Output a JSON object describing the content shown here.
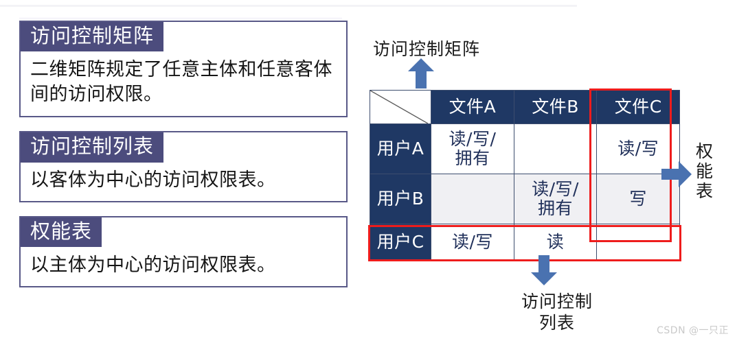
{
  "cards": [
    {
      "title": "访问控制矩阵",
      "body": "二维矩阵规定了任意主体和任意客体间的访问权限。"
    },
    {
      "title": "访问控制列表",
      "body": "以客体为中心的访问权限表。"
    },
    {
      "title": "权能表",
      "body": "以主体为中心的访问权限表。"
    }
  ],
  "diagram": {
    "label_top": "访问控制矩阵",
    "label_bottom_line1": "访问控制",
    "label_bottom_line2": "列表",
    "label_right": "权能表",
    "arrow_up": "arrow-up-icon",
    "arrow_down": "arrow-down-icon",
    "arrow_right": "arrow-right-icon",
    "corner": "diagonal-split-icon"
  },
  "chart_data": {
    "type": "table",
    "title": "访问控制矩阵",
    "columns": [
      "",
      "文件A",
      "文件B",
      "文件C"
    ],
    "rows": [
      {
        "label": "用户A",
        "cells": [
          "读/写/\n拥有",
          "",
          "读/写"
        ]
      },
      {
        "label": "用户B",
        "cells": [
          "",
          "读/写/\n拥有",
          "写"
        ]
      },
      {
        "label": "用户C",
        "cells": [
          "读/写",
          "读",
          ""
        ]
      }
    ],
    "highlights": [
      {
        "name": "权能表",
        "kind": "column",
        "target": "文件C",
        "color": "#ee1c1c"
      },
      {
        "name": "访问控制列表",
        "kind": "row",
        "target": "用户C",
        "color": "#ee1c1c"
      }
    ],
    "colors": {
      "header_fill": "#1f3864",
      "header_text": "#ffffff",
      "cell_text": "#20305a",
      "shaded_row_fill": "#f0f0f3",
      "grid": "#3d4d6e",
      "highlight": "#ee1c1c",
      "arrow": "#4a72b0",
      "card_header_fill": "#4c4c7d",
      "card_border": "#585887"
    }
  },
  "matrix_cells": {
    "r0c0": "读/写/",
    "r0c0b": "拥有",
    "r0c1": "",
    "r0c2": "读/写",
    "r1c0": "",
    "r1c1": "读/写/",
    "r1c1b": "拥有",
    "r1c2": "写",
    "r2c0": "读/写",
    "r2c1": "读",
    "r2c2": ""
  },
  "headers": {
    "file_a": "文件A",
    "file_b": "文件B",
    "file_c": "文件C",
    "user_a": "用户A",
    "user_b": "用户B",
    "user_c": "用户C"
  },
  "watermark": "CSDN @一只正"
}
